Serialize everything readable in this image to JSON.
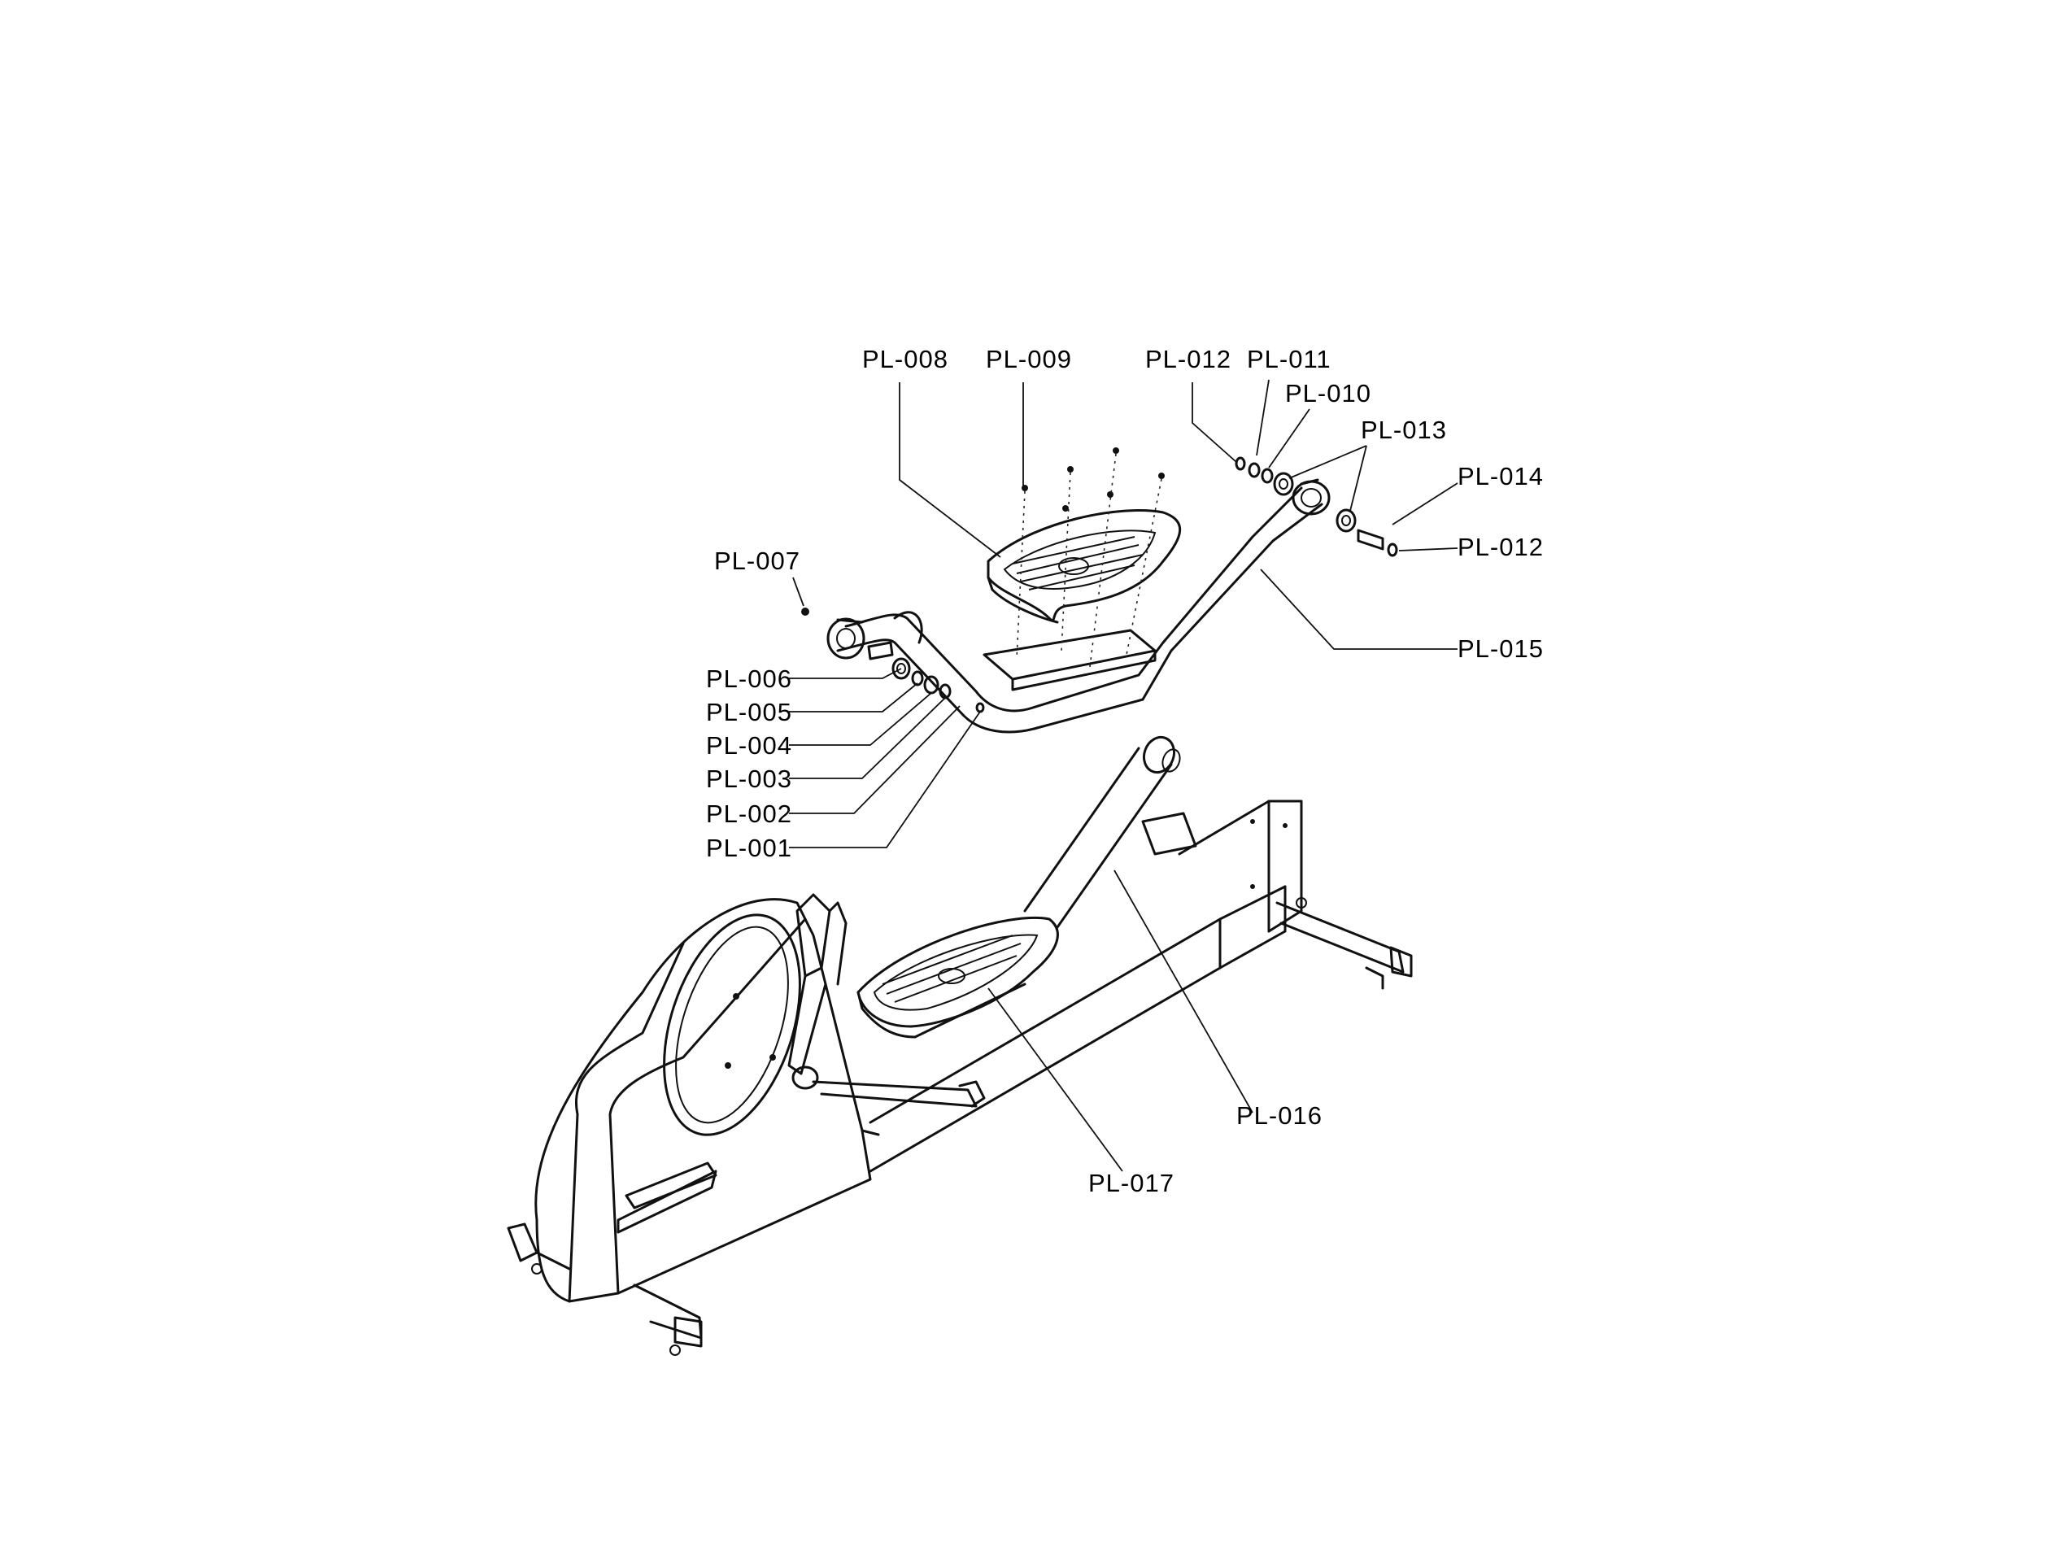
{
  "diagram": {
    "colors": {
      "line": "#111111",
      "background": "#ffffff"
    },
    "labels": {
      "pl001": "PL-001",
      "pl002": "PL-002",
      "pl003": "PL-003",
      "pl004": "PL-004",
      "pl005": "PL-005",
      "pl006": "PL-006",
      "pl007": "PL-007",
      "pl008": "PL-008",
      "pl009": "PL-009",
      "pl010": "PL-010",
      "pl011": "PL-011",
      "pl012_top": "PL-012",
      "pl012_right": "PL-012",
      "pl013": "PL-013",
      "pl014": "PL-014",
      "pl015": "PL-015",
      "pl016": "PL-016",
      "pl017": "PL-017"
    }
  }
}
